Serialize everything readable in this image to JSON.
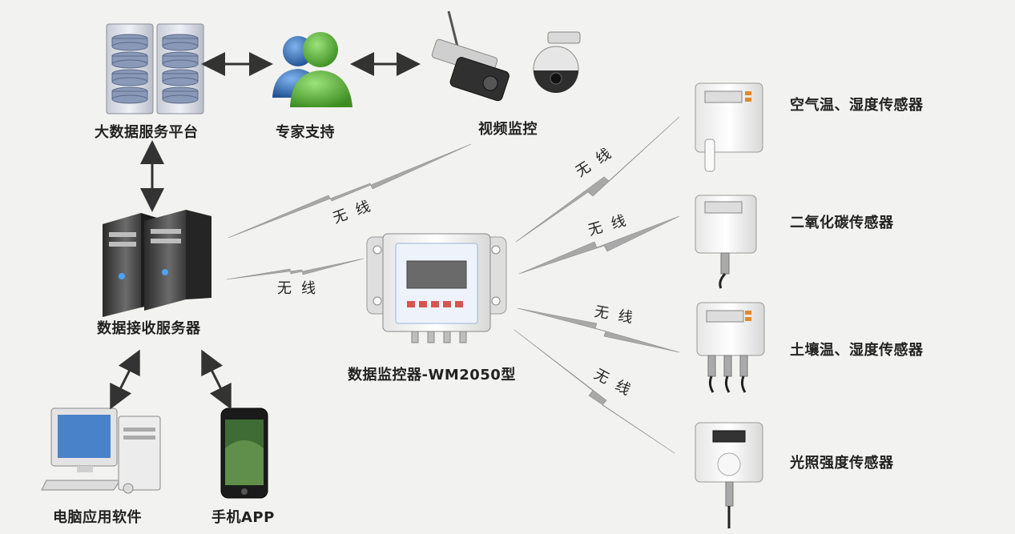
{
  "nodes": {
    "big_data_platform": "大数据服务平台",
    "expert_support": "专家支持",
    "video_monitoring": "视频监控",
    "receiving_server": "数据接收服务器",
    "pc_software": "电脑应用软件",
    "mobile_app": "手机APP",
    "monitor": "数据监控器-WM2050型"
  },
  "sensors": {
    "air": "空气温、湿度传感器",
    "co2": "二氧化碳传感器",
    "soil": "土壤温、湿度传感器",
    "light": "光照强度传感器"
  },
  "wireless_label": "无线",
  "colors": {
    "background": "#f2f2f0",
    "lightning": "#a8a8a8",
    "arrow": "#333333",
    "monitor_screen": "#6a6a6a",
    "monitor_buttons": "#d9534f",
    "expert_green": "#5fb338",
    "expert_blue": "#2f6fb5"
  }
}
